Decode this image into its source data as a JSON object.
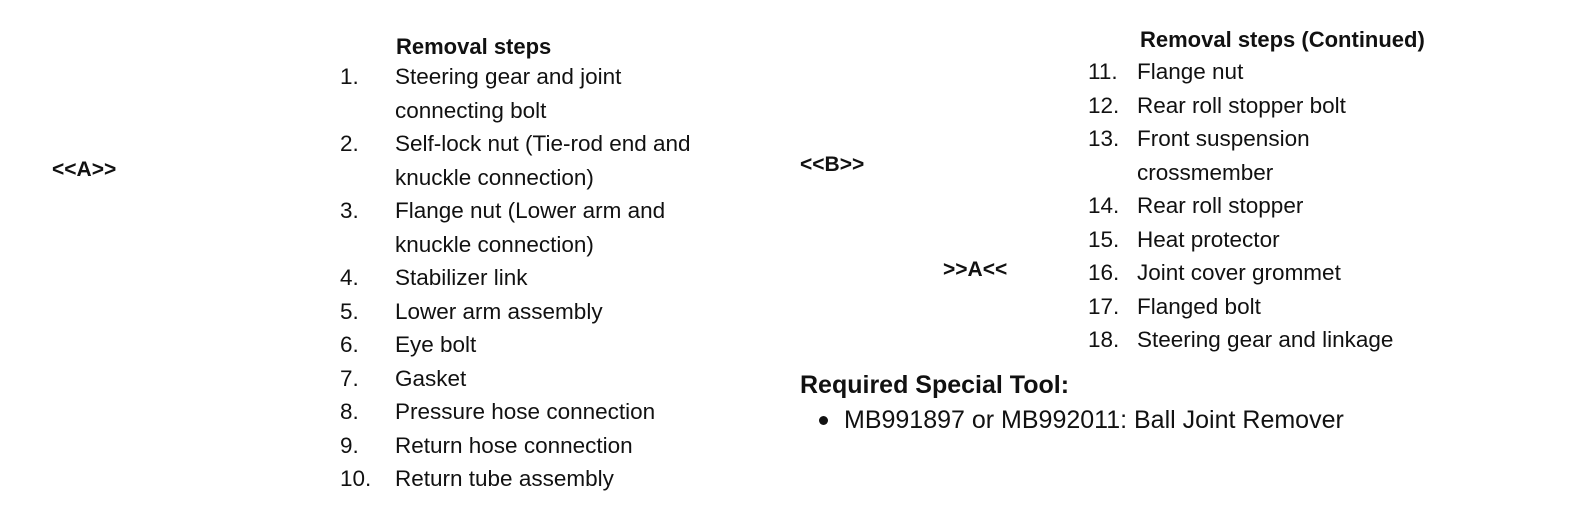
{
  "markers": {
    "a_removal": "<<A>>",
    "b_removal": "<<B>>",
    "a_install": ">>A<<"
  },
  "left": {
    "heading": "Removal steps",
    "steps": [
      {
        "num": "1.",
        "lines": [
          "Steering gear and joint",
          "connecting bolt"
        ]
      },
      {
        "num": "2.",
        "lines": [
          "Self-lock nut (Tie-rod end and",
          "knuckle connection)"
        ]
      },
      {
        "num": "3.",
        "lines": [
          "Flange nut (Lower arm and",
          "knuckle connection)"
        ]
      },
      {
        "num": "4.",
        "lines": [
          "Stabilizer link"
        ]
      },
      {
        "num": "5.",
        "lines": [
          "Lower arm assembly"
        ]
      },
      {
        "num": "6.",
        "lines": [
          "Eye bolt"
        ]
      },
      {
        "num": "7.",
        "lines": [
          "Gasket"
        ]
      },
      {
        "num": "8.",
        "lines": [
          "Pressure hose connection"
        ]
      },
      {
        "num": "9.",
        "lines": [
          "Return hose connection"
        ]
      },
      {
        "num": "10.",
        "lines": [
          "Return tube assembly"
        ]
      }
    ]
  },
  "right": {
    "heading": "Removal steps (Continued)",
    "steps": [
      {
        "num": "11.",
        "lines": [
          "Flange nut"
        ]
      },
      {
        "num": "12.",
        "lines": [
          "Rear roll stopper bolt"
        ]
      },
      {
        "num": "13.",
        "lines": [
          "Front suspension",
          "crossmember"
        ]
      },
      {
        "num": "14.",
        "lines": [
          "Rear roll stopper"
        ]
      },
      {
        "num": "15.",
        "lines": [
          "Heat protector"
        ]
      },
      {
        "num": "16.",
        "lines": [
          "Joint cover grommet"
        ]
      },
      {
        "num": "17.",
        "lines": [
          "Flanged bolt"
        ]
      },
      {
        "num": "18.",
        "lines": [
          "Steering gear and linkage"
        ]
      }
    ]
  },
  "special_tool": {
    "title": "Required Special Tool:",
    "items": [
      "MB991897 or MB992011: Ball Joint Remover"
    ]
  }
}
